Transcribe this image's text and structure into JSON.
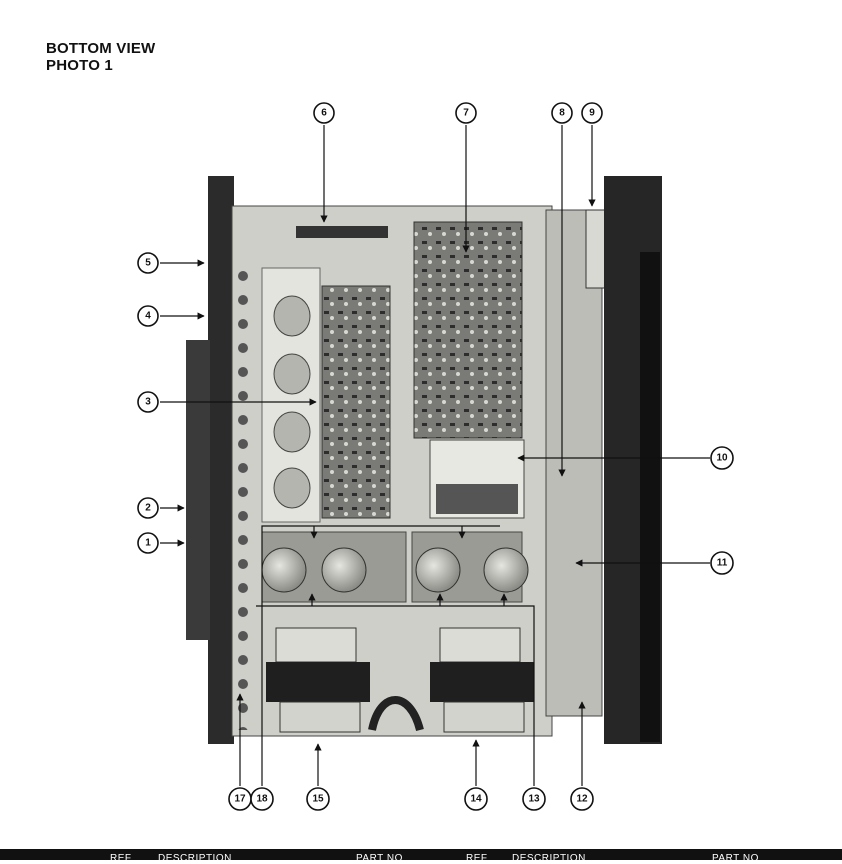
{
  "header": {
    "line1": "BOTTOM VIEW",
    "line2": "PHOTO 1"
  },
  "callouts": [
    "1",
    "2",
    "3",
    "4",
    "5",
    "6",
    "7",
    "8",
    "9",
    "10",
    "11",
    "12",
    "13",
    "14",
    "15",
    "17",
    "18"
  ],
  "footer": {
    "col1": "REF",
    "col2": "DESCRIPTION",
    "col3": "PART NO",
    "col4": "REF",
    "col5": "DESCRIPTION",
    "col6": "PART NO"
  },
  "colors": {
    "ink": "#111111",
    "chassis": "#c9c9c4",
    "dark": "#2b2b2b",
    "board": "#6f6f6c"
  }
}
